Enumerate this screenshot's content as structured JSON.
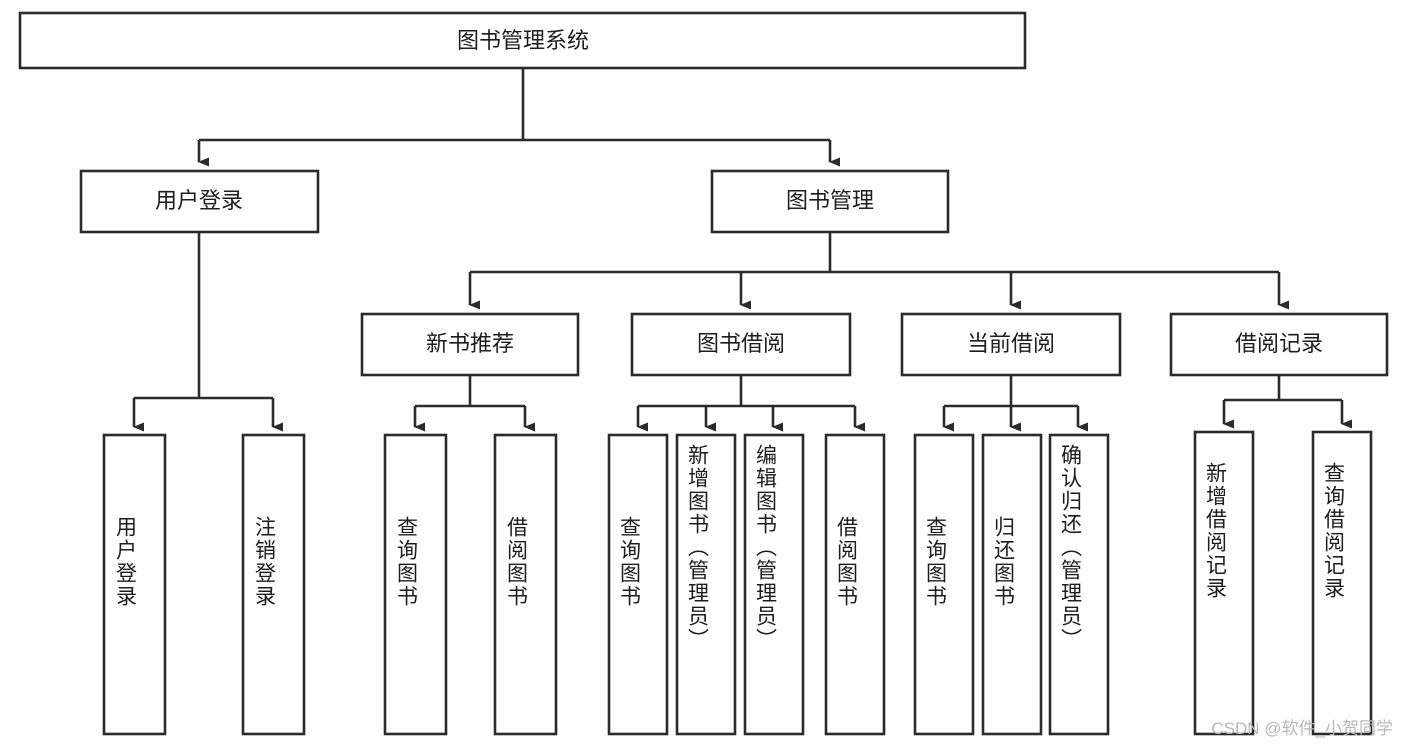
{
  "diagram": {
    "type": "tree-hierarchy",
    "title": "图书管理系统",
    "watermark": "CSDN @软件_小贺同学",
    "colors": {
      "stroke": "#2b2b2b",
      "box_fill": "#ffffff",
      "text": "#1d1d1d",
      "background": "#ffffff",
      "watermark": "#b8b8b8"
    },
    "root": {
      "label": "图书管理系统"
    },
    "level2": [
      {
        "label": "用户登录"
      },
      {
        "label": "图书管理"
      }
    ],
    "level3": [
      {
        "label": "新书推荐"
      },
      {
        "label": "图书借阅"
      },
      {
        "label": "当前借阅"
      },
      {
        "label": "借阅记录"
      }
    ],
    "leaves": {
      "user_login": [
        {
          "label": "用户登录"
        },
        {
          "label": "注销登录"
        }
      ],
      "new_book_recommend": [
        {
          "label": "查询图书"
        },
        {
          "label": "借阅图书"
        }
      ],
      "book_borrow": [
        {
          "label": "查询图书"
        },
        {
          "label": "新增图书（管理员）"
        },
        {
          "label": "编辑图书（管理员）"
        },
        {
          "label": "借阅图书"
        }
      ],
      "current_borrow": [
        {
          "label": "查询图书"
        },
        {
          "label": "归还图书"
        },
        {
          "label": "确认归还（管理员）"
        }
      ],
      "borrow_record": [
        {
          "label": "新增借阅记录"
        },
        {
          "label": "查询借阅记录"
        }
      ]
    }
  }
}
